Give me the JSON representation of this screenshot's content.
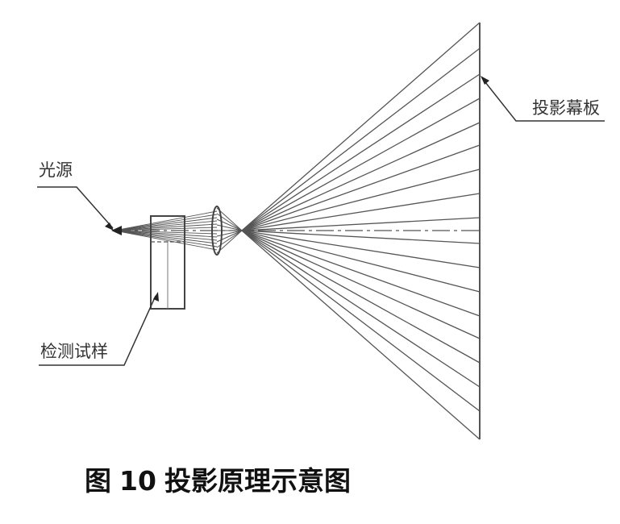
{
  "labels": {
    "screen": "投影幕板",
    "light_source": "光源",
    "sample": "检测试样"
  },
  "caption": {
    "prefix": "图",
    "number": "10",
    "title": "投影原理示意图"
  },
  "colors": {
    "line": "#555555",
    "text": "#333333"
  }
}
